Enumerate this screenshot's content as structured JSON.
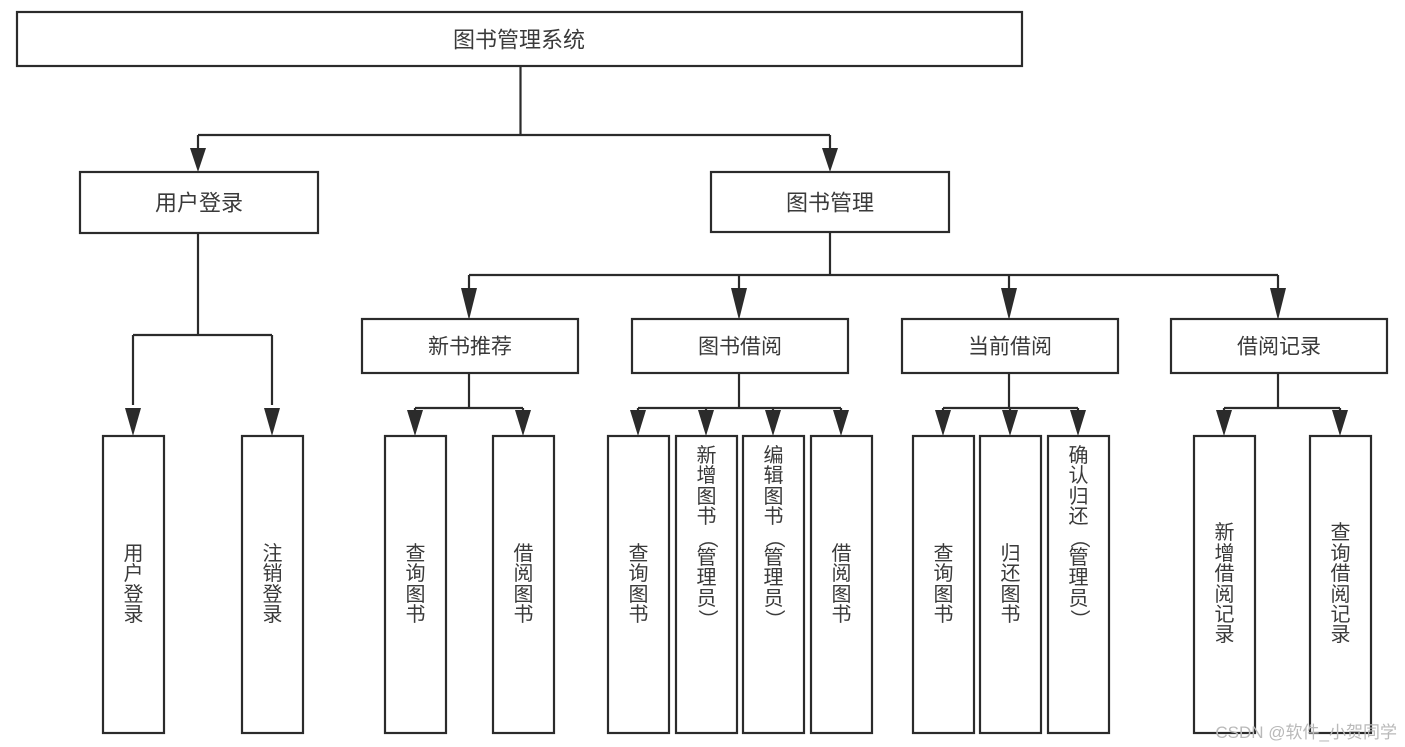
{
  "diagram": {
    "title": "图书管理系统",
    "type": "hierarchy-tree",
    "orientation": "top-down",
    "root": {
      "id": "root",
      "label": "图书管理系统",
      "text_orientation": "horizontal"
    },
    "level1": [
      {
        "id": "user-login",
        "label": "用户登录",
        "text_orientation": "horizontal"
      },
      {
        "id": "book-manage",
        "label": "图书管理",
        "text_orientation": "horizontal"
      }
    ],
    "level2": [
      {
        "id": "new-book-recommend",
        "label": "新书推荐",
        "parent": "book-manage",
        "text_orientation": "horizontal"
      },
      {
        "id": "book-borrow",
        "label": "图书借阅",
        "parent": "book-manage",
        "text_orientation": "horizontal"
      },
      {
        "id": "current-borrow",
        "label": "当前借阅",
        "parent": "book-manage",
        "text_orientation": "horizontal"
      },
      {
        "id": "borrow-record",
        "label": "借阅记录",
        "parent": "book-manage",
        "text_orientation": "horizontal"
      }
    ],
    "leaves": {
      "user-login": [
        {
          "id": "leaf-user-login",
          "label": "用户登录"
        },
        {
          "id": "leaf-user-logout",
          "label": "注销登录"
        }
      ],
      "new-book-recommend": [
        {
          "id": "leaf-query-book-1",
          "label": "查询图书"
        },
        {
          "id": "leaf-borrow-book-1",
          "label": "借阅图书"
        }
      ],
      "book-borrow": [
        {
          "id": "leaf-query-book-2",
          "label": "查询图书"
        },
        {
          "id": "leaf-add-book",
          "label": "新增图书（管理员）"
        },
        {
          "id": "leaf-edit-book",
          "label": "编辑图书（管理员）"
        },
        {
          "id": "leaf-borrow-book-2",
          "label": "借阅图书"
        }
      ],
      "current-borrow": [
        {
          "id": "leaf-query-book-3",
          "label": "查询图书"
        },
        {
          "id": "leaf-return-book",
          "label": "归还图书"
        },
        {
          "id": "leaf-confirm-return",
          "label": "确认归还（管理员）"
        }
      ],
      "borrow-record": [
        {
          "id": "leaf-add-record",
          "label": "新增借阅记录"
        },
        {
          "id": "leaf-query-record",
          "label": "查询借阅记录"
        }
      ]
    }
  },
  "watermark": {
    "text": "CSDN @软件_小贺同学"
  },
  "colors": {
    "stroke": "#2b2b2b",
    "box_fill": "#ffffff",
    "text": "#3a3a3a",
    "watermark": "#b9b9b9",
    "background": "#ffffff"
  }
}
